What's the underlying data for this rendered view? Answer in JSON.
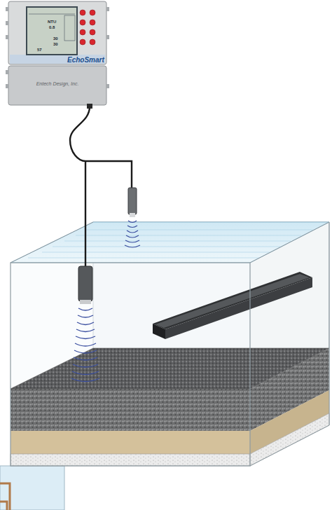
{
  "diagram": {
    "nodes": [
      {
        "text": [
          "EchoSmart",
          "Entech Design, Inc."
        ]
      },
      {
        "text": [
          "NTU",
          "0.8",
          "30",
          "30",
          "57"
        ],
        "in": 0
      }
    ]
  }
}
